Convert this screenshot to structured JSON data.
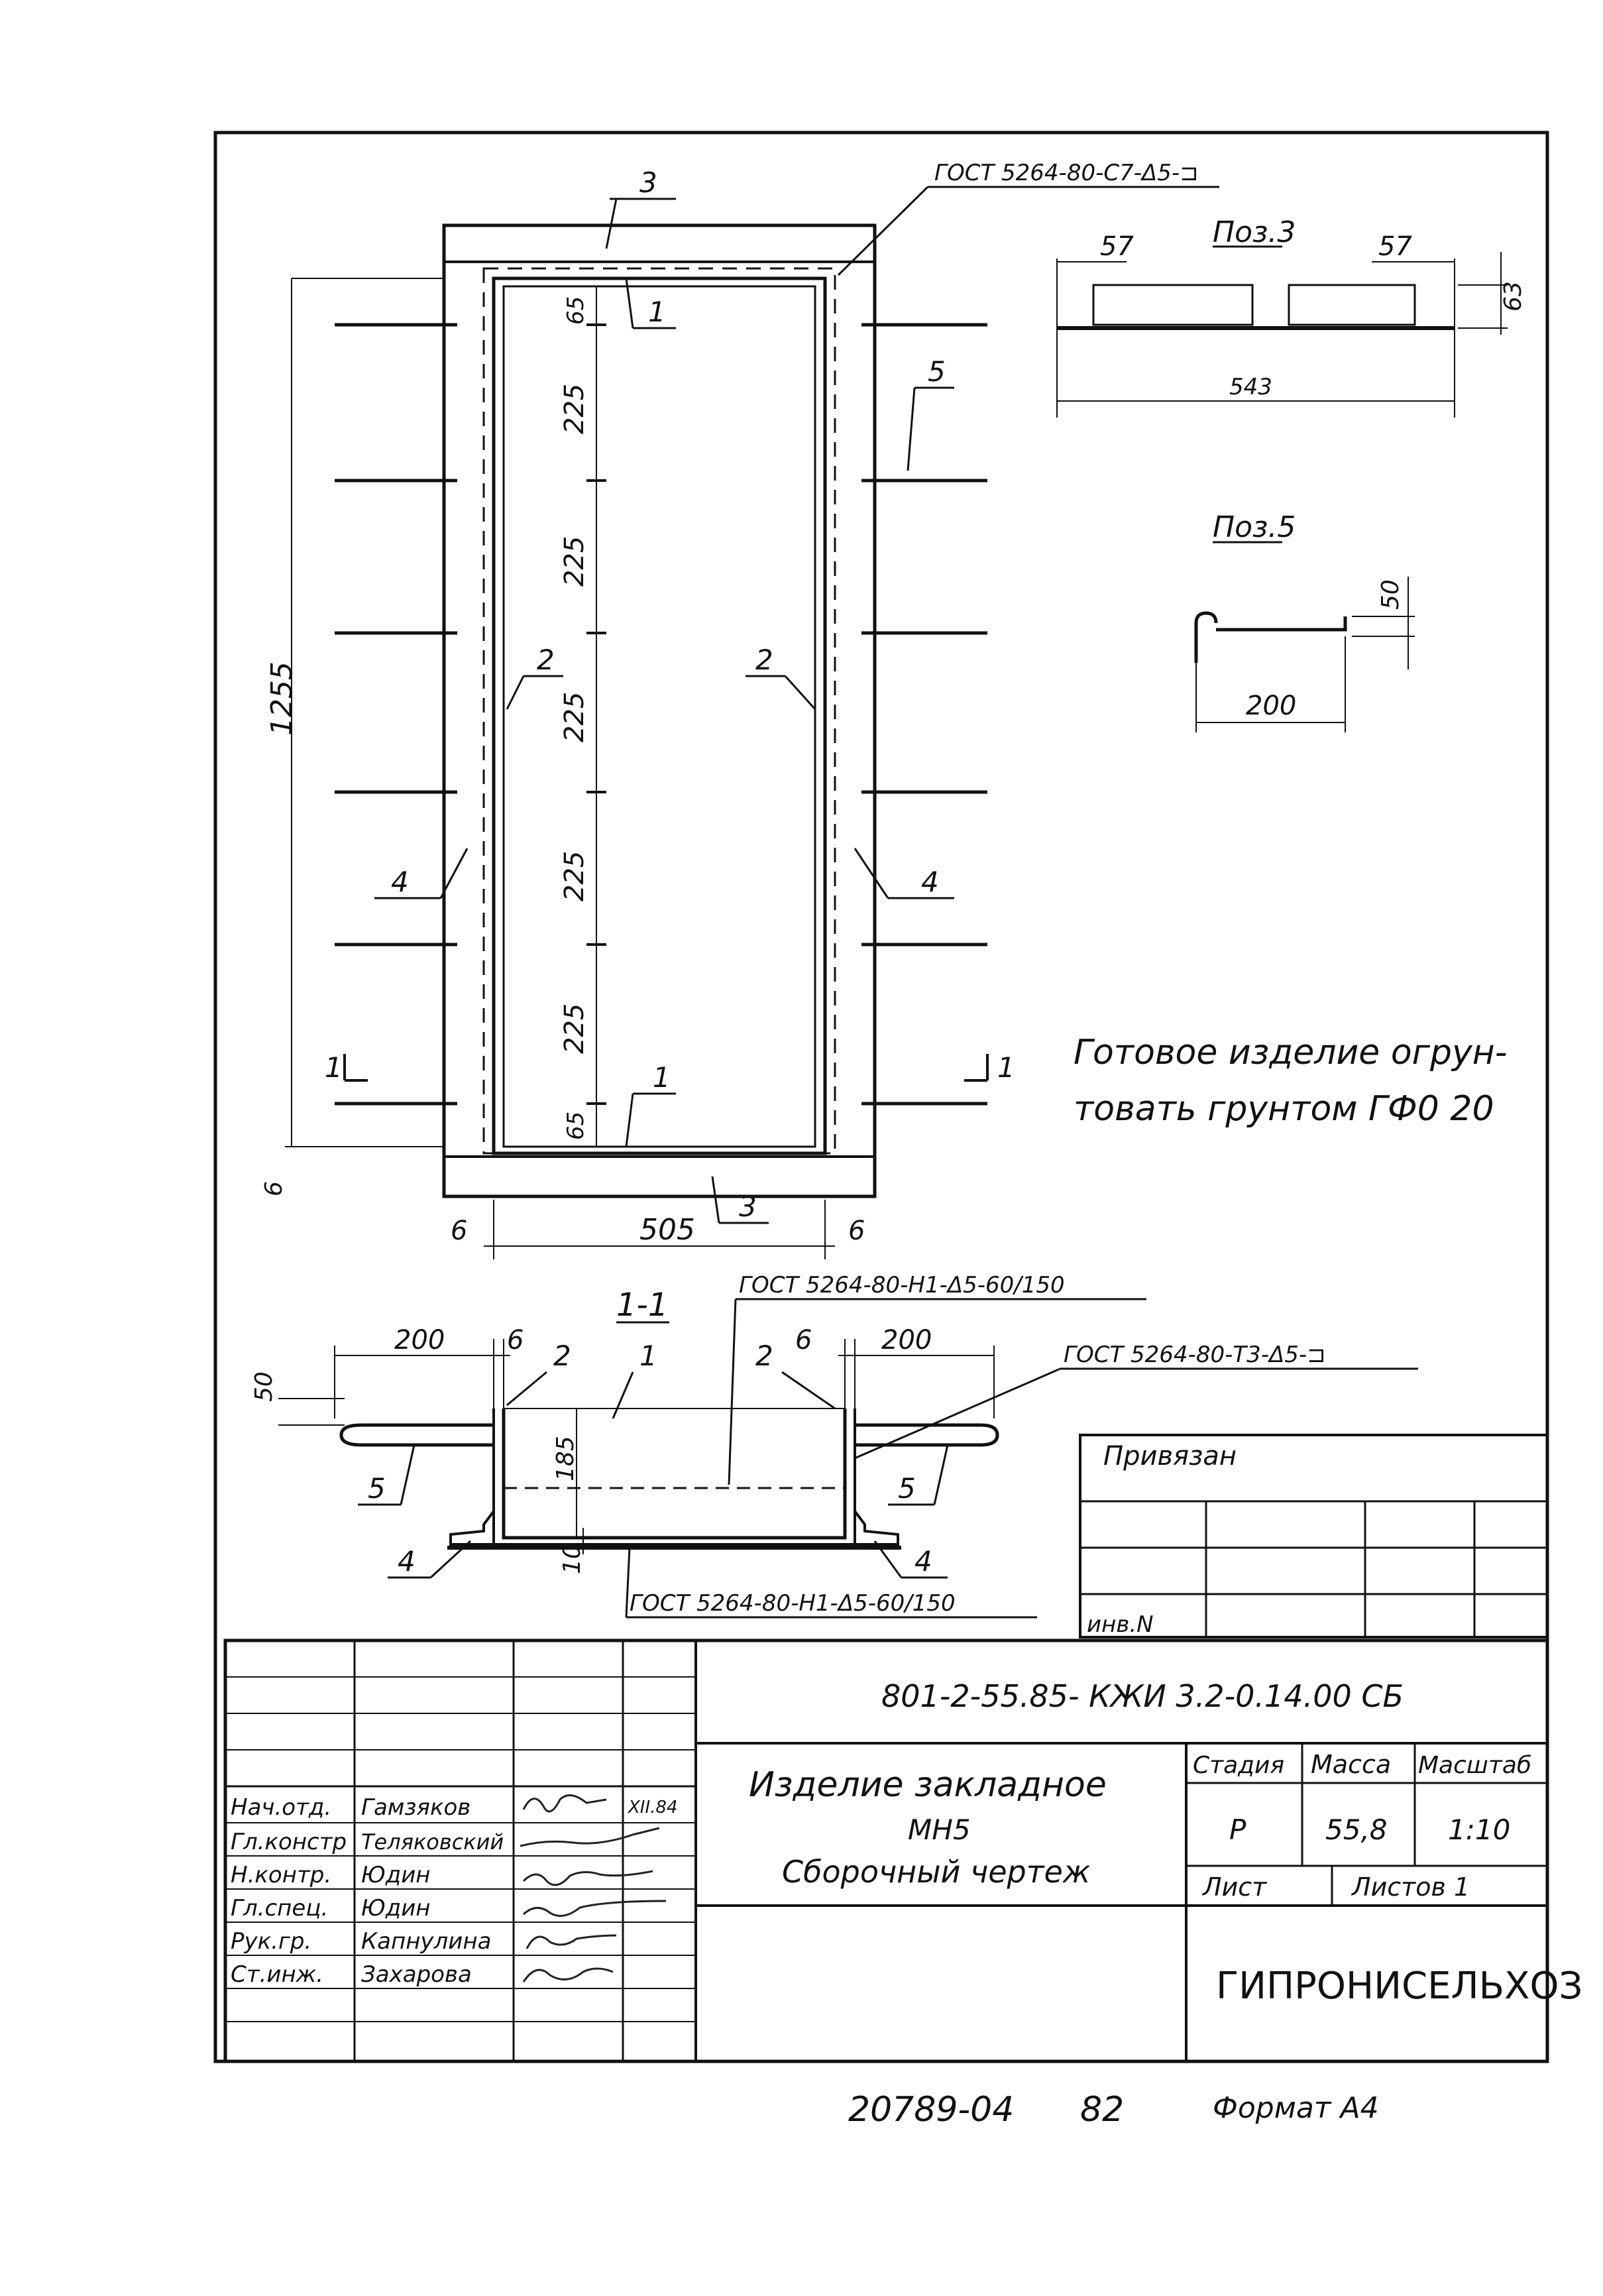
{
  "plan": {
    "dims": {
      "total_height": "1255",
      "gap_bottom": "6",
      "span": "505",
      "gap_left": "6",
      "gap_right": "6",
      "end_65_top": "65",
      "bay_1": "225",
      "bay_2": "225",
      "bay_3": "225",
      "bay_4": "225",
      "bay_5": "225",
      "end_65_bottom": "65"
    },
    "positions": {
      "p3_top": "3",
      "p3_bottom": "3",
      "p1_top": "1",
      "p1_bottom": "1",
      "p2_left": "2",
      "p2_right": "2",
      "p4_left": "4",
      "p4_right": "4",
      "p5": "5"
    },
    "weld_label": "ГОСТ 5264-80-С7-Δ5-⊐",
    "section_mark_left": "1",
    "section_mark_right": "1"
  },
  "detail_pos3": {
    "title": "Поз.3",
    "d_left": "57",
    "d_right": "57",
    "d_height": "63",
    "d_length": "543"
  },
  "detail_pos5": {
    "title": "Поз.5",
    "d_height": "50",
    "d_length": "200"
  },
  "note": {
    "line1": "Готовое изделие огрун-",
    "line2": "товать грунтом ГФ0 20"
  },
  "section": {
    "title": "1-1",
    "weld_top": "ГОСТ 5264-80-Н1-Δ5-60/150",
    "weld_right": "ГОСТ 5264-80-Т3-Δ5-⊐",
    "weld_bottom": "ГОСТ 5264-80-Н1-Δ5-60/150",
    "dims": {
      "left_200": "200",
      "left_6": "6",
      "right_6": "6",
      "right_200": "200",
      "h50": "50",
      "h185": "185",
      "h10": "10"
    },
    "positions": {
      "p2a": "2",
      "p1": "1",
      "p2b": "2",
      "p5a": "5",
      "p5b": "5",
      "p4a": "4",
      "p4b": "4"
    }
  },
  "binding": {
    "privyazan": "Привязан",
    "inv": "инв.N"
  },
  "title_block": {
    "code": "801-2-55.85- КЖИ 3.2-0.14.00 СБ",
    "name_line1": "Изделие  закладное",
    "name_line2": "МН5",
    "name_line3": "Сборочный чертеж",
    "stage_header": "Стадия",
    "mass_header": "Масса",
    "scale_header": "Масштаб",
    "stage": "Р",
    "mass": "55,8",
    "scale": "1:10",
    "sheet": "Лист",
    "sheets": "Листов 1",
    "org": "ГИПРОНИСЕЛЬХОЗ",
    "date": "XII.84",
    "signers": [
      {
        "role": "Нач.отд.",
        "name": "Гамзяков"
      },
      {
        "role": "Гл.констр",
        "name": "Теляковский"
      },
      {
        "role": "Н.контр.",
        "name": "Юдин"
      },
      {
        "role": "Гл.спец.",
        "name": "Юдин"
      },
      {
        "role": "Рук.гр.",
        "name": "Капнулина"
      },
      {
        "role": "Ст.инж.",
        "name": "Захарова"
      }
    ]
  },
  "footer": {
    "number": "20789-04",
    "page": "82",
    "format": "Формат А4"
  }
}
